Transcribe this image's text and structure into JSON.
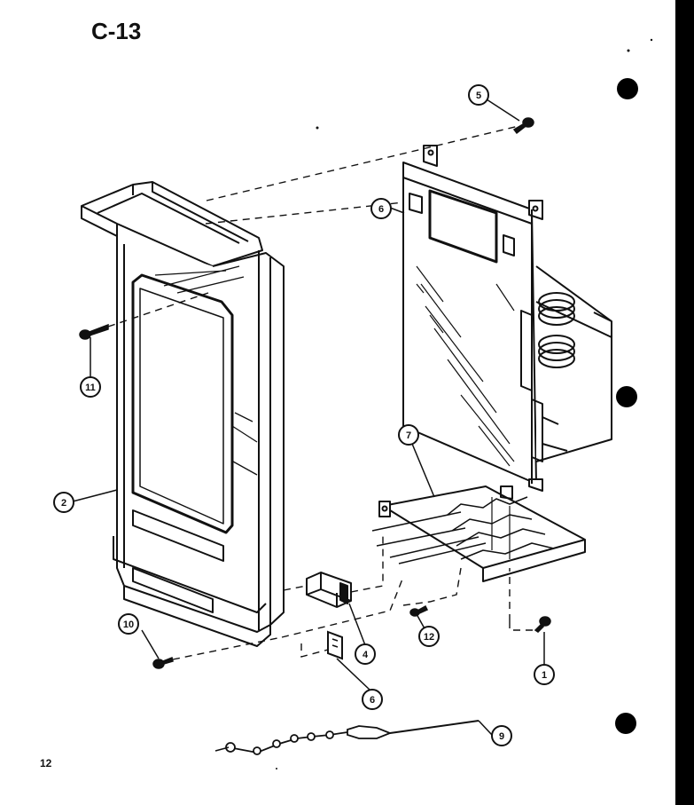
{
  "page": {
    "title": "C-13",
    "page_number": "12"
  },
  "callouts": {
    "c1": "1",
    "c2": "2",
    "c4": "4",
    "c5": "5",
    "c6a": "6",
    "c6b": "6",
    "c7": "7",
    "c9": "9",
    "c10": "10",
    "c11": "11",
    "c12": "12"
  },
  "colors": {
    "ink": "#111111",
    "paper": "#ffffff"
  }
}
